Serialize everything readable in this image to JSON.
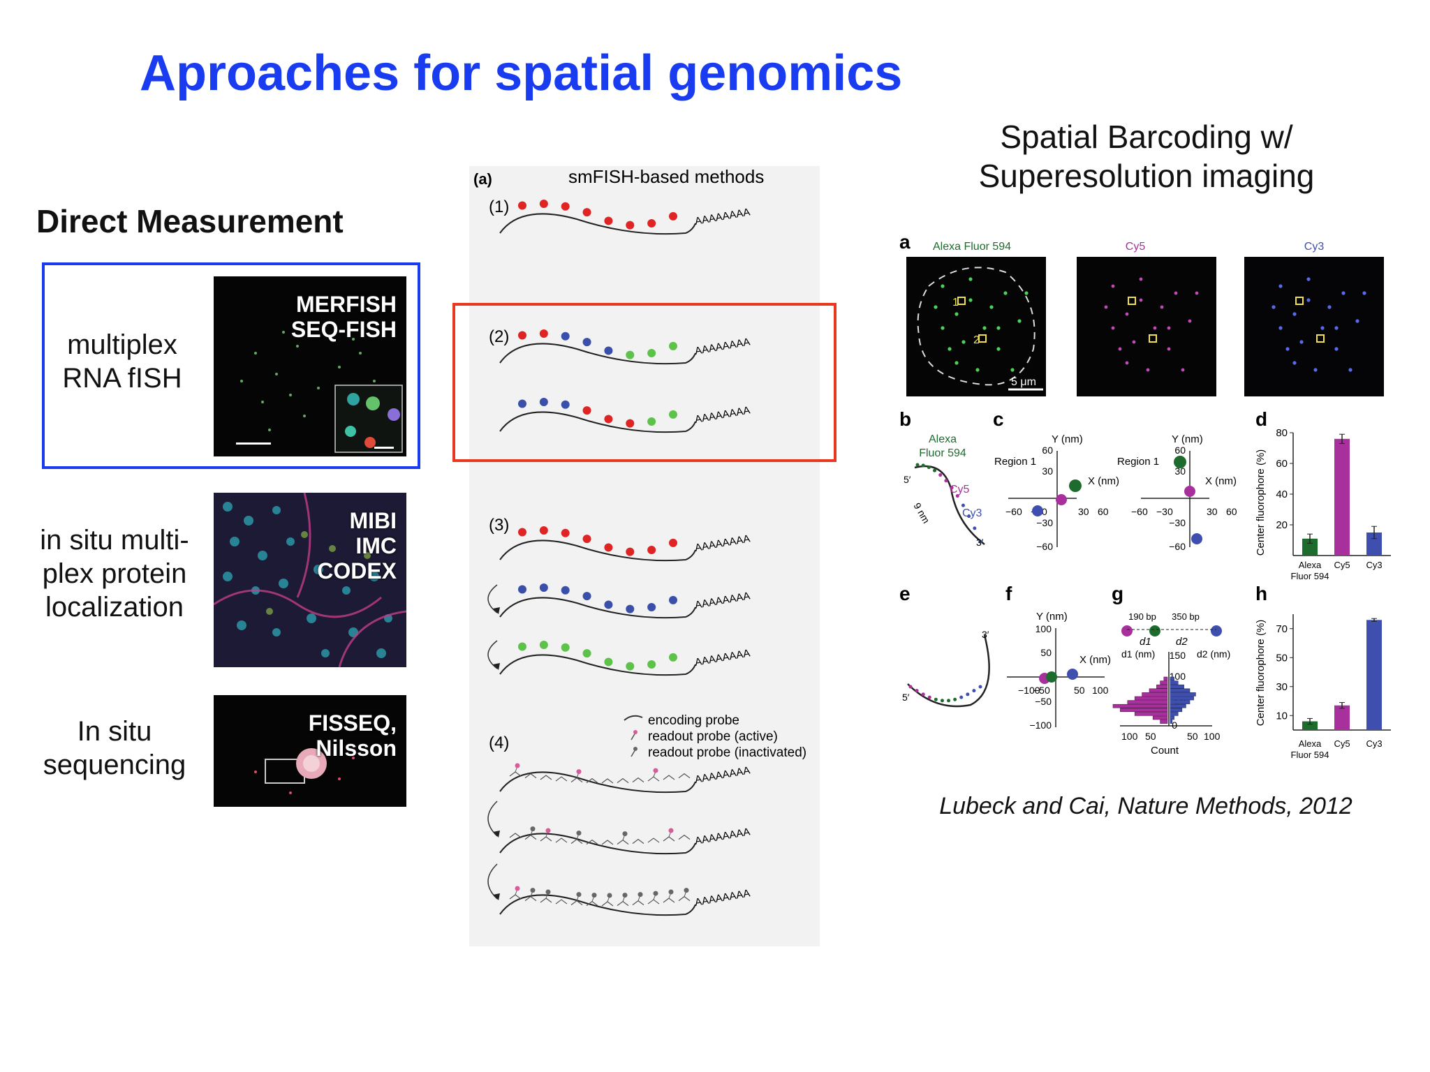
{
  "title": "Aproaches for spatial genomics",
  "direct_measurement": "Direct Measurement",
  "rows": [
    {
      "label_lines": [
        "multiplex",
        "RNA fISH"
      ],
      "thumb_lines": [
        "MERFISH",
        "SEQ-FISH"
      ]
    },
    {
      "label_lines": [
        "in situ multi-",
        "plex protein",
        "localization"
      ],
      "thumb_lines": [
        "MIBI",
        "IMC",
        "CODEX"
      ]
    },
    {
      "label_lines": [
        "In situ",
        "sequencing"
      ],
      "thumb_lines": [
        "FISSEQ,",
        "Nilsson"
      ]
    }
  ],
  "smfish": {
    "panel_tag": "(a)",
    "panel_title": "smFISH-based methods",
    "steps": [
      "(1)",
      "(2)",
      "(3)",
      "(4)"
    ],
    "polyA": "AAAAAAAA",
    "legend": [
      "encoding probe",
      "readout probe (active)",
      "readout probe (inactivated)"
    ]
  },
  "right_title_lines": [
    "Spatial Barcoding w/",
    "Superesolution imaging"
  ],
  "figure": {
    "panel_letters": [
      "a",
      "b",
      "c",
      "d",
      "e",
      "f",
      "g",
      "h"
    ],
    "channels": [
      "Alexa Fluor 594",
      "Cy5",
      "Cy3"
    ],
    "scalebar": "5 μm",
    "region_markers": [
      "1",
      "2"
    ],
    "b_labels": {
      "alexa_line1": "Alexa",
      "alexa_line2": "Fluor 594",
      "cy5": "Cy5",
      "cy3": "Cy3",
      "prime5": "5′",
      "prime3": "3′",
      "dist": "9 nm"
    },
    "c_axes": {
      "ylabel": "Y (nm)",
      "xlabel": "X (nm)",
      "region": "Region 1",
      "yticks": [
        "60",
        "30",
        "−30",
        "−60"
      ],
      "xticks": [
        "−60",
        "−30",
        "30",
        "60"
      ]
    },
    "f_axes": {
      "ylabel": "Y (nm)",
      "xlabel": "X (nm)",
      "yticks": [
        "100",
        "50",
        "−50",
        "−100"
      ],
      "xticks": [
        "−100",
        "−50",
        "50",
        "100"
      ]
    },
    "g_labels": {
      "bp1": "190 bp",
      "bp2": "350 bp",
      "d1": "d1",
      "d2": "d2",
      "d1_axis": "d1 (nm)",
      "d2_axis": "d2 (nm)",
      "yticks": [
        "150",
        "100",
        "50",
        "0"
      ],
      "xticks_left": [
        "100",
        "50"
      ],
      "xticks_right": [
        "50",
        "100"
      ],
      "xlabel": "Count"
    },
    "e_labels": {
      "prime3": "3′",
      "prime5": "5′"
    },
    "bar_ylabel": "Center fluorophore (%)",
    "bar_xlabels": [
      "Alexa",
      "Fluor 594",
      "Cy5",
      "Cy3"
    ],
    "colors": {
      "alexa": "#1e6b2e",
      "cy5": "#a8309c",
      "cy3": "#3f4fb0",
      "red": "#e8391e",
      "blue": "#1a3cf0"
    }
  },
  "chart_data": [
    {
      "type": "bar",
      "panel": "d",
      "categories": [
        "Alexa Fluor 594",
        "Cy5",
        "Cy3"
      ],
      "values": [
        11,
        76,
        15
      ],
      "errors": [
        3,
        3,
        4
      ],
      "ylabel": "Center fluorophore (%)",
      "ylim": [
        0,
        80
      ],
      "yticks": [
        20,
        40,
        60,
        80
      ]
    },
    {
      "type": "bar",
      "panel": "h",
      "categories": [
        "Alexa Fluor 594",
        "Cy5",
        "Cy3"
      ],
      "values": [
        6,
        17,
        76
      ],
      "errors": [
        2,
        2,
        1
      ],
      "ylabel": "Center fluorophore (%)",
      "ylim": [
        0,
        80
      ],
      "yticks": [
        10,
        30,
        50,
        70
      ]
    }
  ],
  "citation": "Lubeck and Cai, Nature Methods, 2012"
}
